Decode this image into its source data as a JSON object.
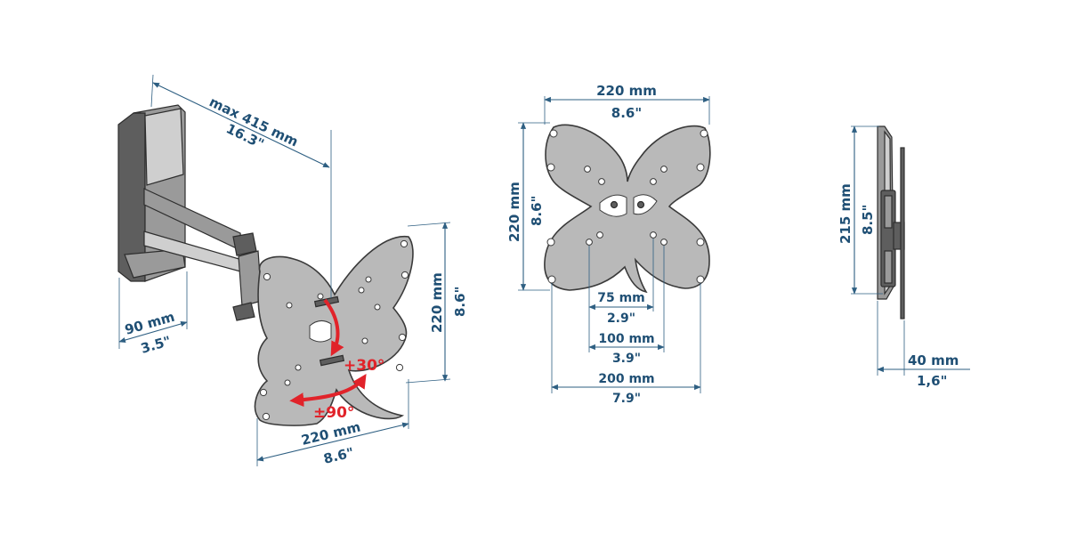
{
  "colors": {
    "dimension": "#1f4f74",
    "rotation": "#e1232a",
    "plate": "#b9b9b9",
    "outline": "#3a3a3a"
  },
  "side_view": {
    "arm_length_mm": "max 415 mm",
    "arm_length_in": "16.3\"",
    "wall_plate_width_mm": "90 mm",
    "wall_plate_width_in": "3.5\"",
    "tilt": "+30°",
    "swivel": "±90°",
    "plate_width_mm": "220 mm",
    "plate_width_in": "8.6\"",
    "plate_height_mm": "220 mm",
    "plate_height_in": "8.6\""
  },
  "front_view": {
    "top_width_mm": "220 mm",
    "top_width_in": "8.6\"",
    "height_mm": "220 mm",
    "height_in": "8.6\"",
    "vesa_75_mm": "75 mm",
    "vesa_75_in": "2.9\"",
    "vesa_100_mm": "100 mm",
    "vesa_100_in": "3.9\"",
    "vesa_200_mm": "200 mm",
    "vesa_200_in": "7.9\""
  },
  "profile_view": {
    "height_mm": "215 mm",
    "height_in": "8.5\"",
    "depth_mm": "40 mm",
    "depth_in": "1,6\""
  }
}
